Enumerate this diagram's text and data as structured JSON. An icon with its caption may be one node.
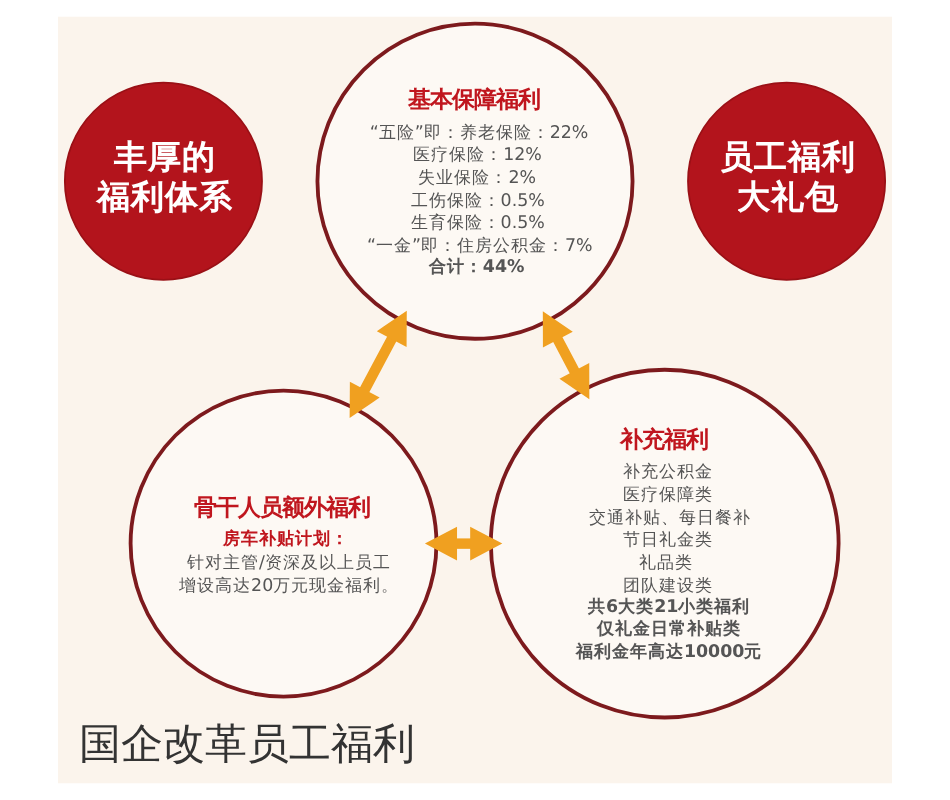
{
  "diagram": {
    "caption": "国企改革员工福利",
    "nodes": [
      {
        "text": [
          "丰厚的福利体系"
        ]
      },
      {
        "text": [
          "基本保障福利",
          "“五险”即：养老保险：22%",
          "医疗保险：12%",
          "失业保险：2%",
          "工伤保险：0.5%",
          "生育保险：0.5%",
          "“一金”即：住房公积金：7%",
          "合计：44%"
        ]
      },
      {
        "text": [
          "员工福利大礼包"
        ]
      },
      {
        "text": [
          "骨干人员额外福利",
          "房车补贴计划：",
          "针对主管/资深及以上员工增设高达20万元现金福利。"
        ]
      },
      {
        "text": [
          "补充福利",
          "补充公积金",
          "医疗保障类",
          "交通补贴、每日餐补",
          "节日礼金类",
          "礼品类",
          "团队建设类",
          "共6大类21小类福利",
          "仅礼金日常补贴类福利金年高达10000元"
        ]
      }
    ],
    "edges": [
      {
        "from": 1,
        "to": 3,
        "arrow": "both"
      },
      {
        "from": 1,
        "to": 4,
        "arrow": "both"
      },
      {
        "from": 3,
        "to": 4,
        "arrow": "both"
      }
    ]
  }
}
